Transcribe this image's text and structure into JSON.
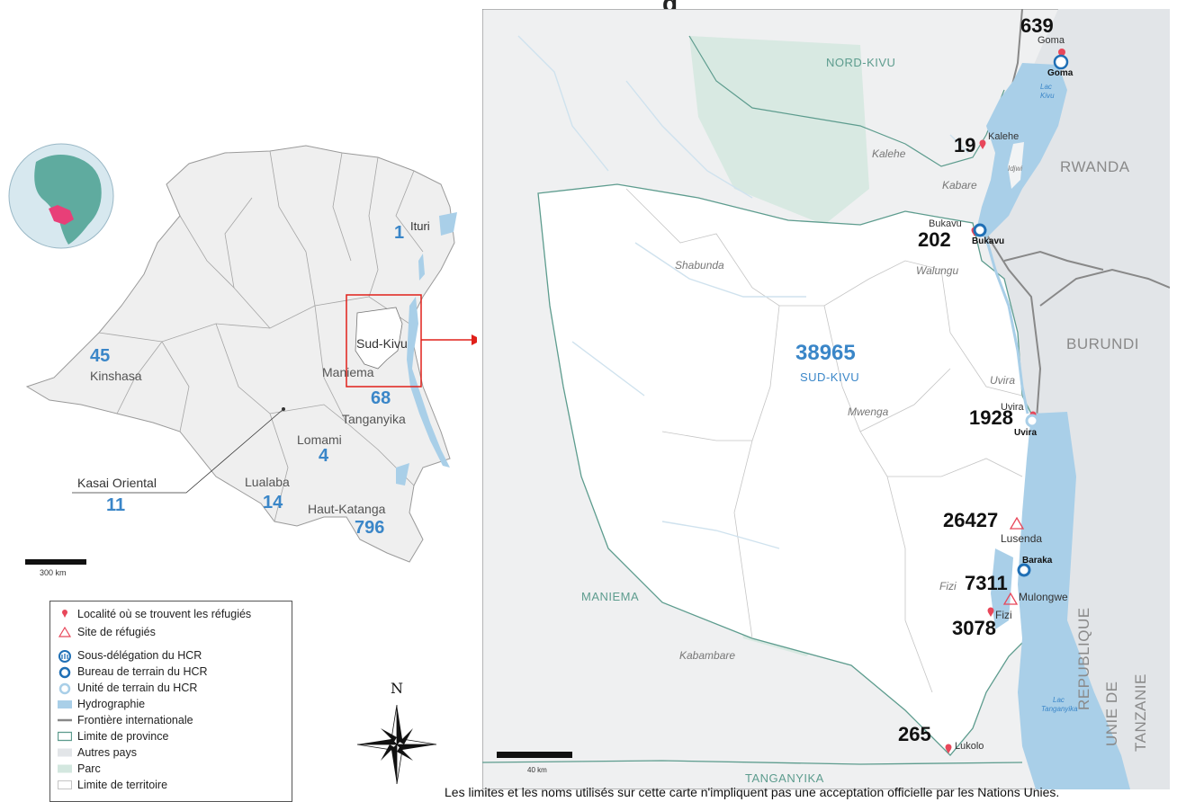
{
  "title_partial": "g",
  "scale_left": "300 km",
  "scale_right": "40 km",
  "compass": "N",
  "disclaimer": "Les limites et les noms utilisés sur cette carte n'impliquent pas une acceptation officielle par les Nations Unies.",
  "overview": {
    "provinces": [
      {
        "name": "Ituri",
        "count": "1"
      },
      {
        "name": "Kinshasa",
        "count": "45"
      },
      {
        "name": "Sud-Kivu",
        "count": ""
      },
      {
        "name": "Maniema",
        "count": "68"
      },
      {
        "name": "Tanganyika",
        "count": ""
      },
      {
        "name": "Lomami",
        "count": "4"
      },
      {
        "name": "Kasai Oriental",
        "count": "11"
      },
      {
        "name": "Lualaba",
        "count": "14"
      },
      {
        "name": "Haut-Katanga",
        "count": "796"
      }
    ]
  },
  "detail": {
    "countries": [
      "RWANDA",
      "BURUNDI",
      "REPUBLIQUE",
      "UNIE DE",
      "TANZANIE"
    ],
    "provinces": [
      "NORD-KIVU",
      "MANIEMA",
      "TANGANYIKA"
    ],
    "sud_kivu": {
      "count": "38965",
      "name": "SUD-KIVU"
    },
    "territories": [
      "Kalehe",
      "Kabare",
      "Shabunda",
      "Walungu",
      "Uvira",
      "Mwenga",
      "Fizi",
      "Kabambare"
    ],
    "lakes": [
      "Lac",
      "Kivu",
      "Idjwi",
      "Lac",
      "Tanganyika"
    ],
    "sites": [
      {
        "name": "Goma",
        "count": "639",
        "office": "Goma"
      },
      {
        "name": "Kalehe",
        "count": "19"
      },
      {
        "name": "Bukavu",
        "count": "202",
        "office": "Bukavu"
      },
      {
        "name": "Uvira",
        "count": "1928",
        "office": "Uvira"
      },
      {
        "name": "Lusenda",
        "count": "26427"
      },
      {
        "name": "Baraka",
        "count": "7311"
      },
      {
        "name": "Mulongwe",
        "count": ""
      },
      {
        "name": "Fizi",
        "count": "3078"
      },
      {
        "name": "Lukolo",
        "count": "265"
      }
    ]
  },
  "legend": [
    "Localité où se trouvent les réfugiés",
    "Site de réfugiés",
    "Sous-délégation du HCR",
    "Bureau de terrain du HCR",
    "Unité de terrain du HCR",
    "Hydrographie",
    "Frontière internationale",
    "Limite de province",
    "Autres pays",
    "Parc",
    "Limite de territoire"
  ],
  "colors": {
    "water": "#a9cfe8",
    "other_country": "#e2e5e8",
    "park": "#d3e7df",
    "border": "#888888",
    "province_border": "#5d9c8e",
    "accent_blue": "#3a86c8",
    "marker_red": "#e8475a",
    "office_blue": "#1f6fb5"
  }
}
